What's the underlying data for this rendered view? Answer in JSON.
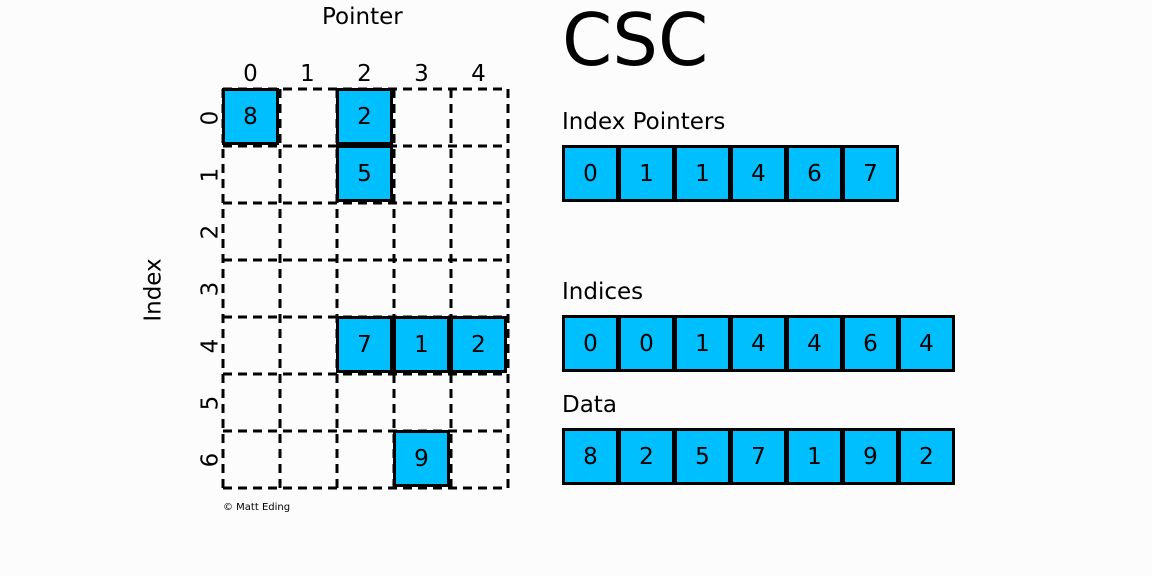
{
  "title": "CSC",
  "axes": {
    "column_axis": "Pointer",
    "row_axis": "Index"
  },
  "matrix": {
    "columns": [
      "0",
      "1",
      "2",
      "3",
      "4"
    ],
    "rows": [
      "0",
      "1",
      "2",
      "3",
      "4",
      "5",
      "6"
    ],
    "fill_color": "#00bfff",
    "nonzeros": [
      {
        "row": 0,
        "col": 0,
        "value": "8"
      },
      {
        "row": 0,
        "col": 2,
        "value": "2"
      },
      {
        "row": 1,
        "col": 2,
        "value": "5"
      },
      {
        "row": 4,
        "col": 2,
        "value": "7"
      },
      {
        "row": 4,
        "col": 3,
        "value": "1"
      },
      {
        "row": 4,
        "col": 4,
        "value": "2"
      },
      {
        "row": 6,
        "col": 3,
        "value": "9"
      }
    ]
  },
  "index_pointers": {
    "label": "Index Pointers",
    "values": [
      "0",
      "1",
      "1",
      "4",
      "6",
      "7"
    ]
  },
  "indices": {
    "label": "Indices",
    "values": [
      "0",
      "0",
      "1",
      "4",
      "4",
      "6",
      "4"
    ]
  },
  "data": {
    "label": "Data",
    "values": [
      "8",
      "2",
      "5",
      "7",
      "1",
      "9",
      "2"
    ]
  },
  "credit": "© Matt Eding"
}
